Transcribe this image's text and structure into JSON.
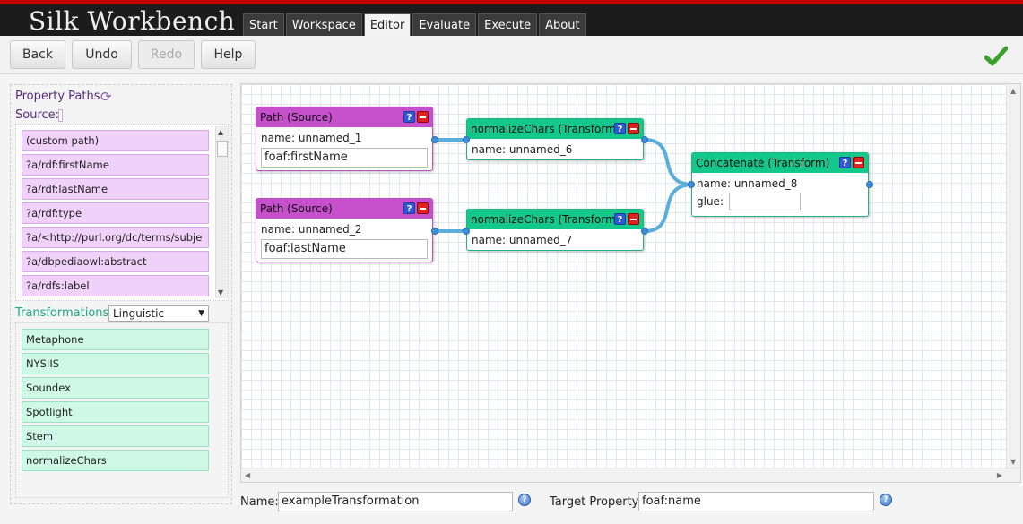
{
  "app": {
    "title": "Silk Workbench"
  },
  "nav": {
    "tabs": [
      "Start",
      "Workspace",
      "Editor",
      "Evaluate",
      "Execute",
      "About"
    ],
    "active": "Editor"
  },
  "toolbar": {
    "back": "Back",
    "undo": "Undo",
    "redo": "Redo",
    "help": "Help"
  },
  "sidebar": {
    "property_paths_title": "Property Paths",
    "source_label": "Source:",
    "paths": [
      "(custom path)",
      "?a/rdf:firstName",
      "?a/rdf:lastName",
      "?a/rdf:type",
      "?a/<http://purl.org/dc/terms/subje",
      "?a/dbpediaowl:abstract",
      "?a/rdfs:label"
    ],
    "transformations_title": "Transformations",
    "transformations_filter": "Linguistic",
    "transformations": [
      "Metaphone",
      "NYSIIS",
      "Soundex",
      "Spotlight",
      "Stem",
      "normalizeChars"
    ]
  },
  "canvas": {
    "operators": {
      "source1": {
        "title": "Path (Source)",
        "name": "name: unnamed_1",
        "path": "foaf:firstName"
      },
      "source2": {
        "title": "Path (Source)",
        "name": "name: unnamed_2",
        "path": "foaf:lastName"
      },
      "transform1": {
        "title": "normalizeChars (Transform)",
        "name": "name: unnamed_6"
      },
      "transform2": {
        "title": "normalizeChars (Transform)",
        "name": "name: unnamed_7"
      },
      "concat": {
        "title": "Concatenate (Transform)",
        "name": "name: unnamed_8",
        "glue_label": "glue:",
        "glue_value": ""
      }
    },
    "help_glyph": "?"
  },
  "footer": {
    "name_label": "Name:",
    "name_value": "exampleTransformation",
    "target_label": "Target Property:",
    "target_value": "foaf:name",
    "help_glyph": "?"
  },
  "colors": {
    "source_header": "#c64fcc",
    "transform_header": "#13c88a",
    "wire": "#5aaedc",
    "accent_red": "#c20000"
  }
}
